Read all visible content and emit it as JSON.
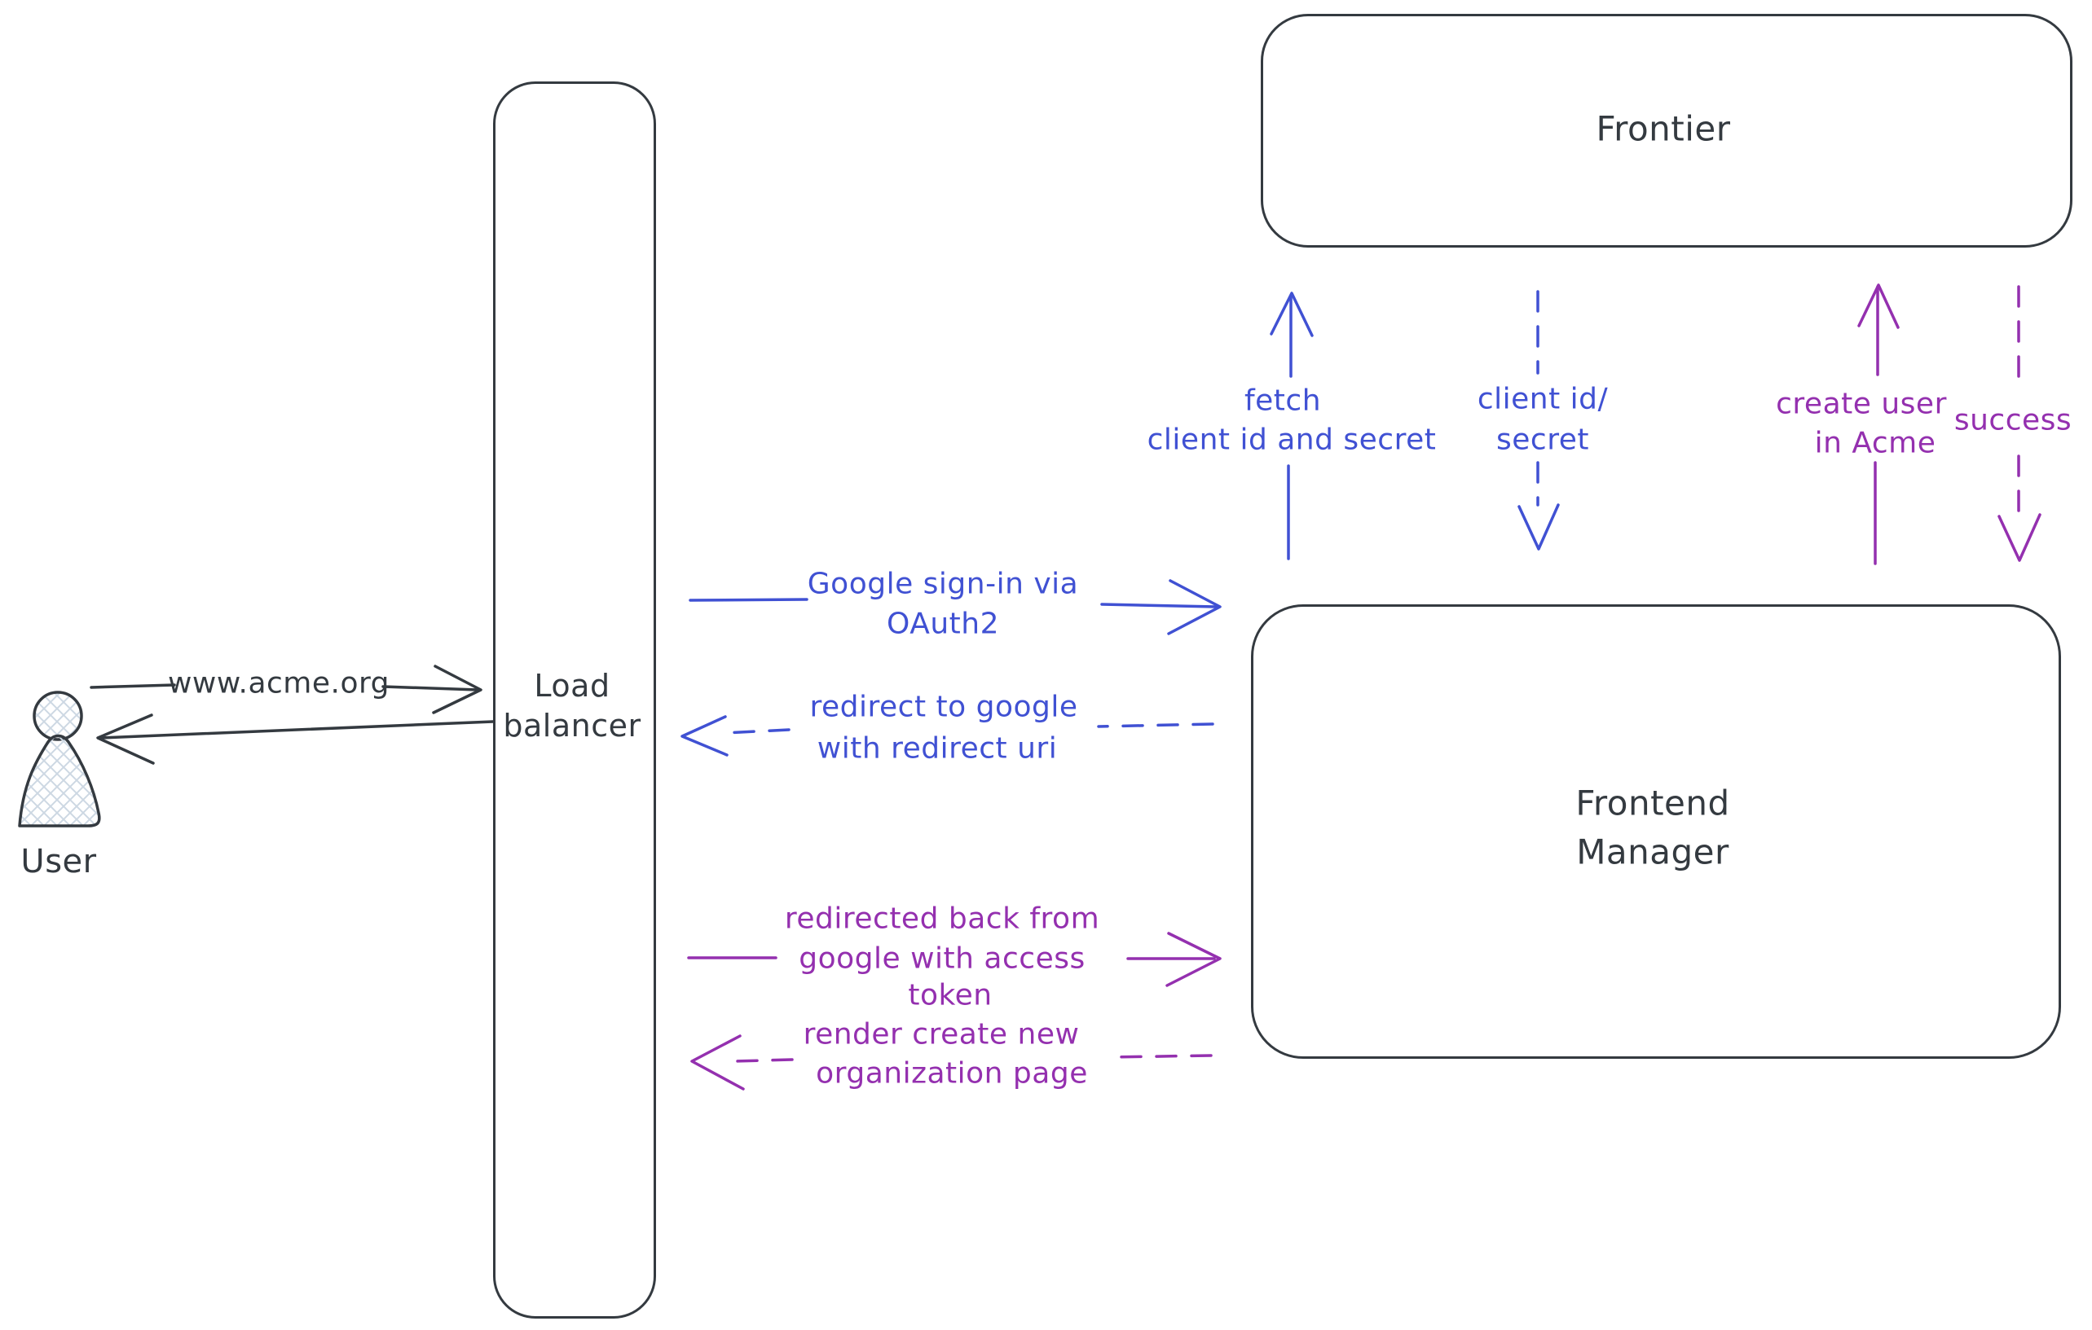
{
  "colors": {
    "dark": "#343a40",
    "blue": "#4051d3",
    "purple": "#9430af",
    "hatch": "#cdd8e3"
  },
  "nodes": {
    "user": {
      "label": "User"
    },
    "load_balancer": {
      "lines": [
        "Load",
        "balancer"
      ]
    },
    "frontier": {
      "label": "Frontier"
    },
    "frontend_manager": {
      "lines": [
        "Frontend",
        "Manager"
      ]
    }
  },
  "edges": {
    "www_acme": {
      "label": "www.acme.org"
    },
    "google_signin": {
      "lines": [
        "Google sign-in via",
        "OAuth2"
      ]
    },
    "redirect_google": {
      "lines": [
        "redirect to google",
        "with redirect uri"
      ]
    },
    "fetch_secret": {
      "lines": [
        "fetch",
        "client id and secret"
      ]
    },
    "client_id_secret": {
      "lines": [
        "client id/",
        "secret"
      ]
    },
    "create_user": {
      "lines": [
        "create user",
        "in Acme"
      ]
    },
    "success": {
      "label": "success"
    },
    "redirected_back": {
      "lines": [
        "redirected back from",
        "google with access",
        "token"
      ]
    },
    "render_create": {
      "lines": [
        "render create new",
        "organization page"
      ]
    }
  }
}
